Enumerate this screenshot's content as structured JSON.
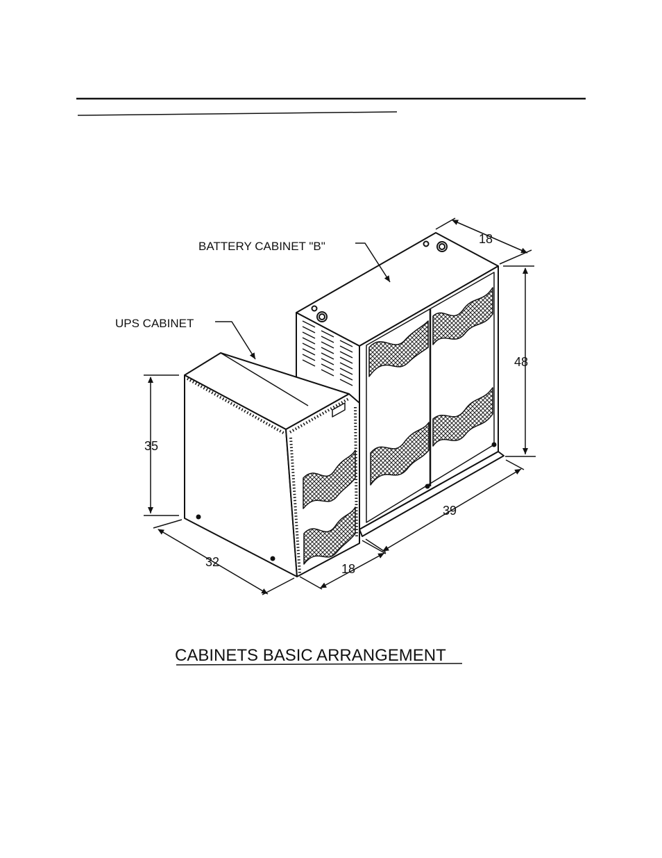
{
  "figure": {
    "labels": {
      "battery_cabinet": "BATTERY CABINET \"B\"",
      "ups_cabinet": "UPS CABINET"
    },
    "dimensions": {
      "battery_depth": "18",
      "battery_height": "48",
      "battery_width": "39",
      "ups_height": "35",
      "ups_depth": "32",
      "ups_width": "18"
    },
    "caption": "CABINETS BASIC ARRANGEMENT"
  },
  "colors": {
    "ink": "#111111",
    "paper": "#ffffff"
  }
}
